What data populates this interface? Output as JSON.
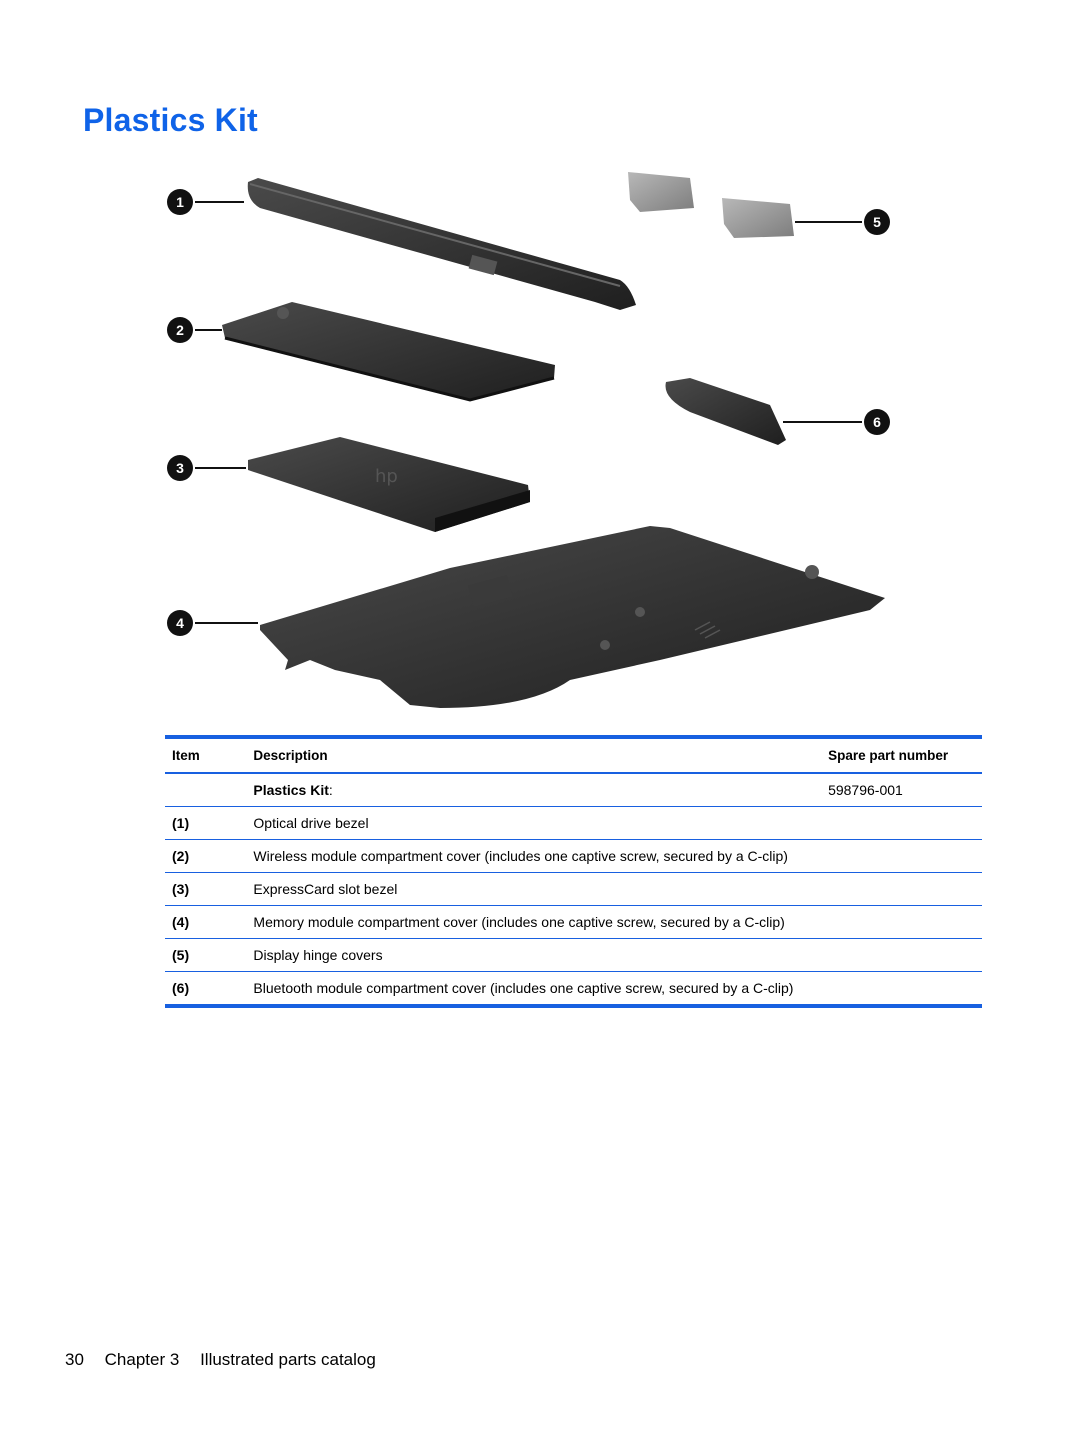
{
  "page": {
    "title": "Plastics Kit"
  },
  "figure": {
    "callouts": [
      "1",
      "2",
      "3",
      "4",
      "5",
      "6"
    ]
  },
  "table": {
    "headers": {
      "item": "Item",
      "description": "Description",
      "spare": "Spare part number"
    },
    "kit": {
      "label": "Plastics Kit",
      "suffix": ":",
      "spare": "598796-001"
    },
    "rows": [
      {
        "item": "(1)",
        "description": "Optical drive bezel"
      },
      {
        "item": "(2)",
        "description": "Wireless module compartment cover (includes one captive screw, secured by a C-clip)"
      },
      {
        "item": "(3)",
        "description": "ExpressCard slot bezel"
      },
      {
        "item": "(4)",
        "description": "Memory module compartment cover (includes one captive screw, secured by a C-clip)"
      },
      {
        "item": "(5)",
        "description": "Display hinge covers"
      },
      {
        "item": "(6)",
        "description": "Bluetooth module compartment cover (includes one captive screw, secured by a C-clip)"
      }
    ]
  },
  "footer": {
    "page_number": "30",
    "chapter": "Chapter 3",
    "section": "Illustrated parts catalog"
  },
  "colors": {
    "title": "#0f63e8",
    "rule": "#1860e0",
    "part": "#2a2a2a"
  }
}
